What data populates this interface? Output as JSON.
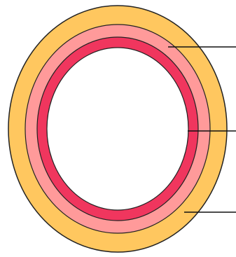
{
  "diagram": {
    "layers": [
      {
        "name": "outer-layer",
        "color": "#FFC75F"
      },
      {
        "name": "middle-layer",
        "color": "#FF9A9A"
      },
      {
        "name": "inner-layer",
        "color": "#F0365E"
      },
      {
        "name": "lumen",
        "color": "#FFFFFF"
      }
    ],
    "outline_color": "#222222",
    "leader_line_color": "#111111",
    "leader_count": 3
  }
}
